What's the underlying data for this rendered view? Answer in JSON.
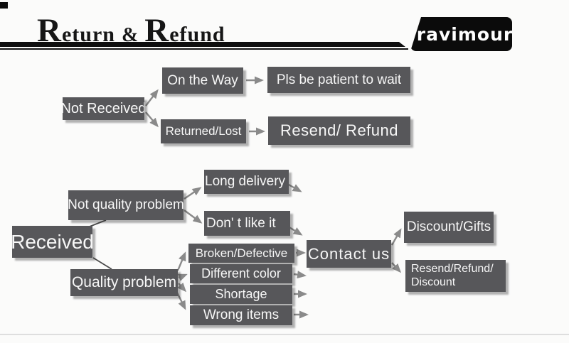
{
  "header": {
    "title_word1": "Return",
    "title_separator": "&",
    "title_word2": "Refund",
    "brand": "ravimour"
  },
  "nodes": {
    "not_received": "Not Received",
    "on_the_way": "On the Way",
    "pls_wait": "Pls be patient to wait",
    "returned_lost": "Returned/Lost",
    "resend_refund": "Resend/ Refund",
    "received": "Received",
    "not_quality_problem": "Not quality problem",
    "quality_problem": "Quality problem",
    "long_delivery": "Long delivery",
    "dont_like_it": "Don' t like it",
    "broken_defective": "Broken/Defective",
    "different_color": "Different color",
    "shortage": "Shortage",
    "wrong_items": "Wrong items",
    "contact_us": "Contact us",
    "discount_gifts": "Discount/Gifts",
    "resend_refund_discount_line1": "Resend/Refund/",
    "resend_refund_discount_line2": "Discount"
  },
  "colors": {
    "node_background": "#57575a",
    "node_text": "#f7f7f7",
    "arrow": "#8a8a8a",
    "connector_line": "#4a4a4a",
    "header_black": "#0f0f0f"
  }
}
